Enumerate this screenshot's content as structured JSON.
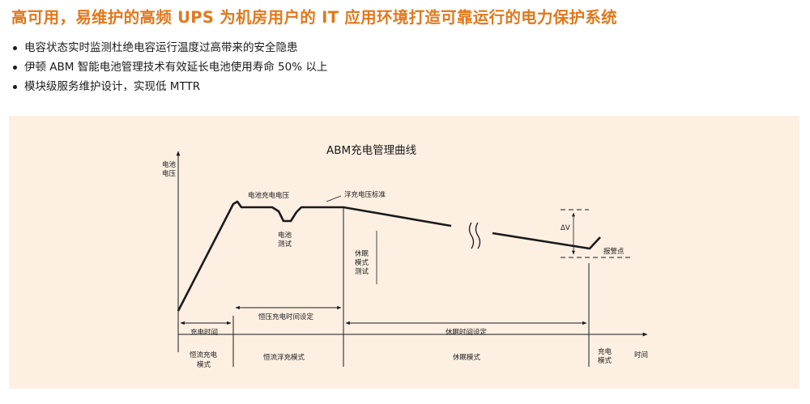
{
  "headline": "高可用，易维护的高频 UPS 为机房用户的 IT 应用环境打造可靠运行的电力保护系统",
  "bullets": [
    "电容状态实时监测杜绝电容运行温度过高带来的安全隐患",
    "伊顿 ABM 智能电池管理技术有效延长电池使用寿命 50% 以上",
    "模块级服务维护设计，实现低 MTTR"
  ],
  "diagram": {
    "title": "ABM充电管理曲线",
    "y_axis": [
      "电池",
      "电压"
    ],
    "x_axis": "时间",
    "labels": {
      "charge_voltage": "电池充电电压",
      "float_standard": "浮充电压标准",
      "battery_test": [
        "电池",
        "测试"
      ],
      "rest_mode_test": [
        "休眠",
        "模式",
        "测试"
      ],
      "delta_v": "ΔV",
      "alarm_point": "报警点"
    },
    "intervals": {
      "charge_time": "充电时间",
      "cv_charge_time": "恒压充电时间设定",
      "rest_time": "休眠时间设定"
    },
    "modes": {
      "cc_charge": [
        "恒流充电",
        "模式"
      ],
      "cc_float": "恒流浮充模式",
      "rest": "休眠模式",
      "charge_mode": [
        "充电",
        "模式"
      ]
    },
    "colors": {
      "panel": "#fdf0e2",
      "ink": "#1a1a1a",
      "headline": "#e0781c"
    }
  }
}
